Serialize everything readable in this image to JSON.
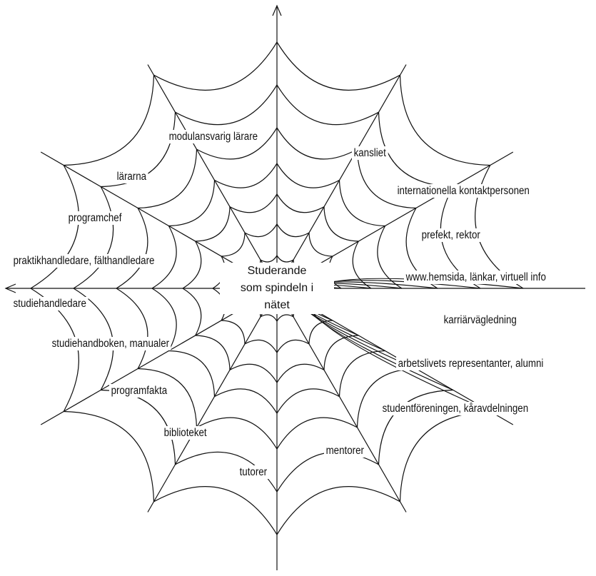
{
  "center": {
    "line1": "Studerande",
    "line2": "som spindeln i",
    "line3": "nätet"
  },
  "labels": {
    "modulansvarig": "modulansvarig lärare",
    "kansliet": "kansliet",
    "lararna": "lärarna",
    "internationella": "internationella kontaktpersonen",
    "programchef": "programchef",
    "prefekt": "prefekt, rektor",
    "praktikhandledare": "praktikhandledare, fälthandledare",
    "hemsida": "www.hemsida, länkar, virtuell info",
    "studiehandledare": "studiehandledare",
    "karriar": "karriärvägledning",
    "studiehandboken": "studiehandboken, manualer",
    "arbetslivets": "arbetslivets representanter, alumni",
    "programfakta": "programfakta",
    "studentforeningen": "studentföreningen, kåravdelningen",
    "biblioteket": "biblioteket",
    "mentorer": "mentorer",
    "tutorer": "tutorer"
  },
  "colors": {
    "line": "#111111",
    "background": "#ffffff"
  }
}
